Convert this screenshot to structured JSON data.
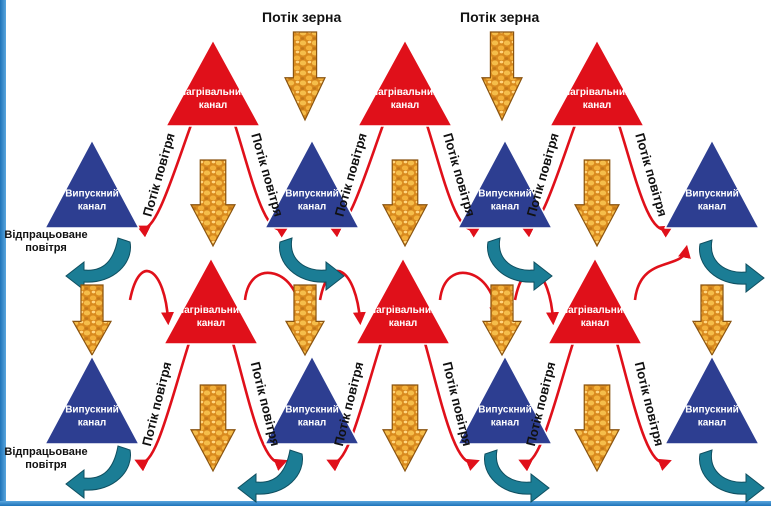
{
  "labels": {
    "grain_flow": "Потік зерна",
    "air_flow": "Потік повітря",
    "heating_channel": [
      "Нагрівальний",
      "канал"
    ],
    "exhaust_channel": [
      "Випускний",
      "канал"
    ],
    "spent_air": [
      "Відпрацьоване",
      "повітря"
    ]
  },
  "colors": {
    "heating": "#e0101a",
    "exhaust": "#2d3e91",
    "air_line": "#e0101a",
    "spent_arrow": "#1b7d95",
    "grain": "#e8a233",
    "frame": "#2b7fc6"
  },
  "icons": {
    "grain_arrow": "grain-down-arrow-icon",
    "spent_air_arrow": "curved-exhaust-arrow-icon",
    "air_flow_arrow": "air-flow-arrow-icon"
  }
}
